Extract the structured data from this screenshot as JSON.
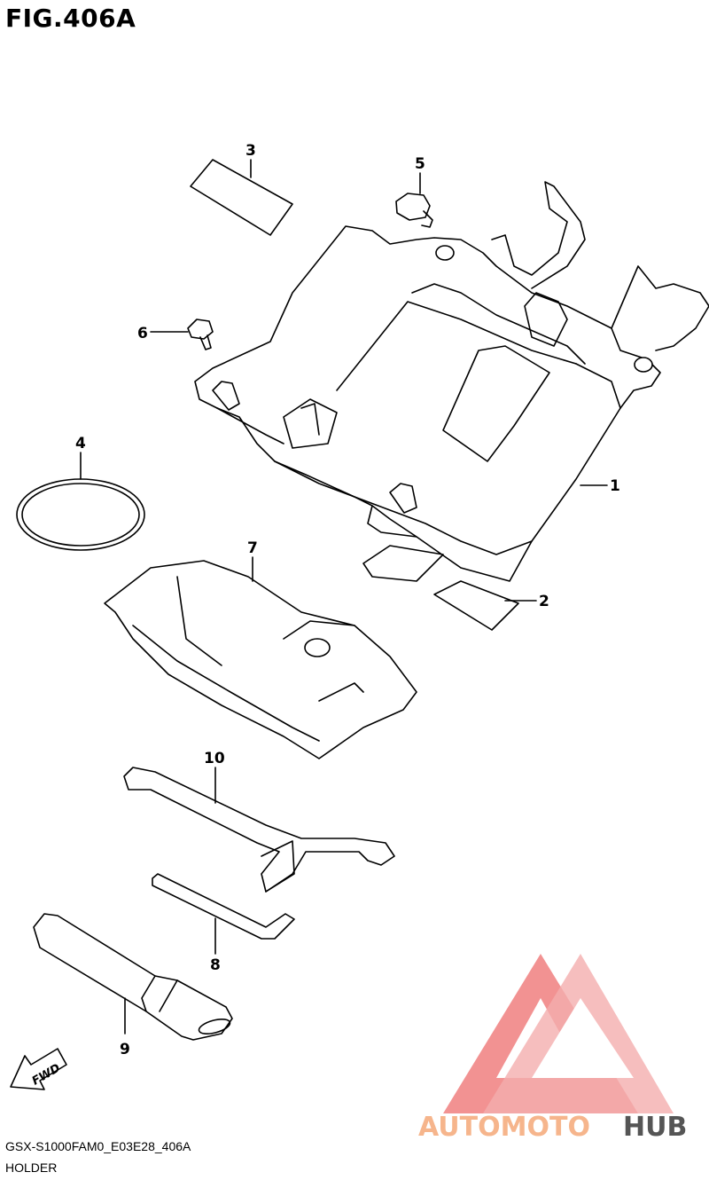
{
  "figure": {
    "title": "FIG.406A",
    "model_code": "GSX-S1000FAM0_E03E28_406A",
    "part_group": "HOLDER"
  },
  "callouts": [
    "1",
    "2",
    "3",
    "4",
    "5",
    "6",
    "7",
    "8",
    "9",
    "10"
  ],
  "direction_marker": "FWD",
  "watermark": {
    "brand_part1": "AUTOMOTO",
    "brand_part2": "HUB",
    "color_light": "#f6b58c",
    "color_dark": "#555555",
    "logo_color": "#f08080"
  }
}
